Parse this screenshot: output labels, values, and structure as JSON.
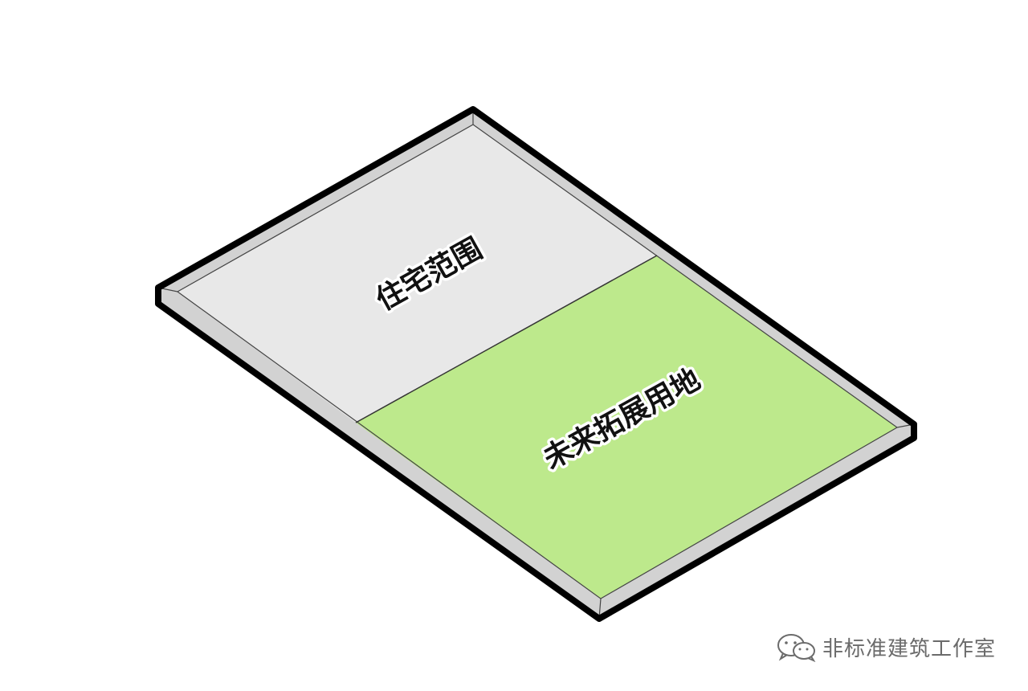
{
  "diagram": {
    "zones": [
      {
        "id": "residential",
        "label": "住宅范围",
        "color": "#e8e8e8"
      },
      {
        "id": "expansion",
        "label": "未来拓展用地",
        "color": "#bde98c"
      }
    ],
    "slab": {
      "rim_color": "#d2d2d2",
      "outline_color": "#000000"
    }
  },
  "watermark": {
    "icon": "wechat-icon",
    "text": "非标准建筑工作室"
  }
}
